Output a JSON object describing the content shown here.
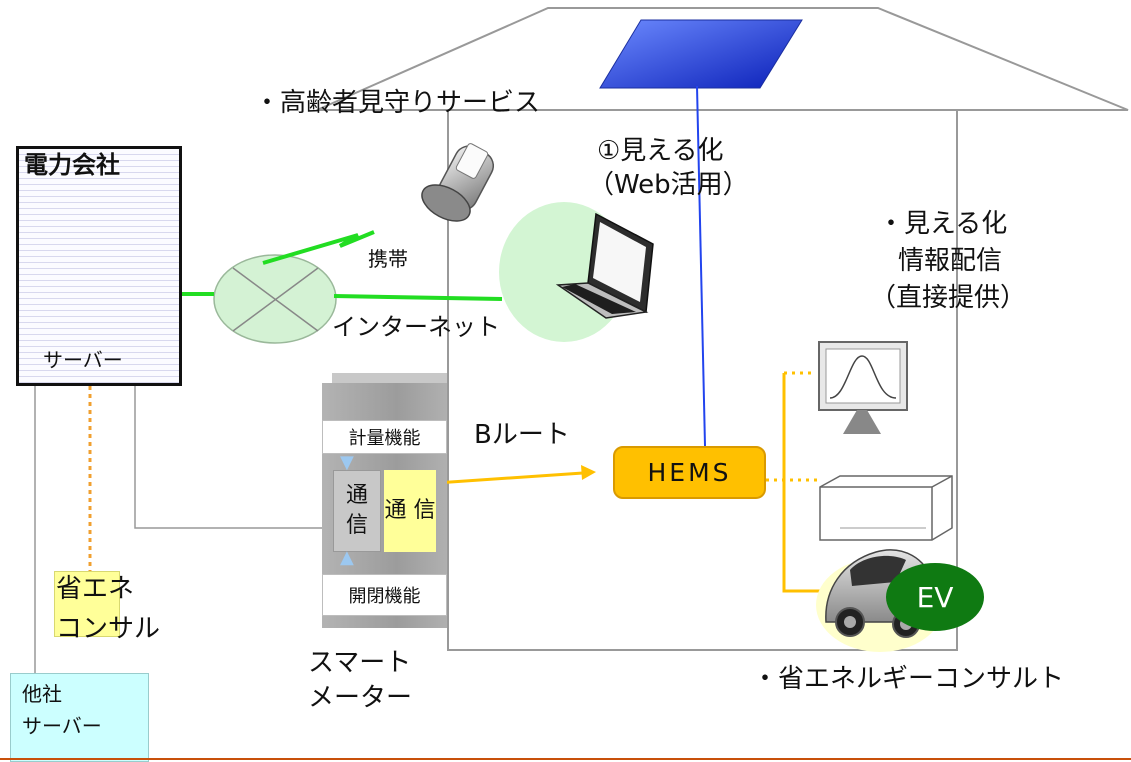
{
  "labels": {
    "elderly_service": "・高齢者見守りサービス",
    "visualize_web_1": "①見える化",
    "visualize_web_2": "（Web活用）",
    "visualize_direct_1": "・見える化",
    "visualize_direct_2": "情報配信",
    "visualize_direct_3": "（直接提供）",
    "power_company": "電力会社",
    "server": "サーバー",
    "mobile": "携帯",
    "internet": "インターネット",
    "b_route": "Bルート",
    "hems": "HEMS",
    "metering": "計量機能",
    "switching": "開閉機能",
    "comm_left": "通\n信",
    "comm_right": "通\n信",
    "smart_meter_1": "スマート",
    "smart_meter_2": "メーター",
    "energy_consult_1": "省エネ",
    "energy_consult_2": "コンサル",
    "energy_consult_service": "・省エネルギーコンサルト",
    "other_server_1": "他社",
    "other_server_2": "サーバー",
    "ev": "EV"
  },
  "colors": {
    "green_line": "#22dd22",
    "orange_line": "#ffc000",
    "blue_line": "#2244ee",
    "gray_line": "#999999",
    "dotted_orange": "#f0a030",
    "hems_fill": "#ffc000",
    "ev_badge": "#0f7a12",
    "note_yellow": "#ffff99",
    "other_server_fill": "#ccffff"
  },
  "icons": [
    "solar-panel-icon",
    "mobile-phone-icon",
    "laptop-icon",
    "server-tower-icon",
    "network-hub-icon",
    "monitor-icon",
    "air-conditioner-icon",
    "electric-car-icon"
  ]
}
